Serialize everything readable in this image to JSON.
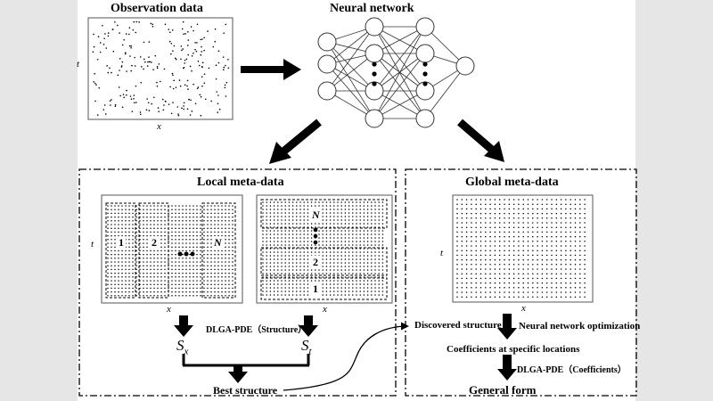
{
  "titles": {
    "observation": "Observation data",
    "neural_network": "Neural network",
    "local": "Local meta-data",
    "global": "Global meta-data"
  },
  "axes": {
    "t": "t",
    "x": "x"
  },
  "local_strips": {
    "first": "1",
    "second": "2",
    "nth": "N"
  },
  "labels": {
    "dlga_structure": "DLGA-PDE（Structure）",
    "sx": "S",
    "sx_sub": "x",
    "st": "S",
    "st_sub": "t",
    "best_structure": "Best structure",
    "discovered_structure": "Discovered structure",
    "nn_optimization": "Neural network optimization",
    "coefficients_locations": "Coefficients at specific locations",
    "dlga_coefficients": "DLGA-PDE（Coefficients）",
    "general_form": "General form"
  },
  "colors": {
    "ink": "#000000",
    "panel": "#e6e6e6"
  }
}
